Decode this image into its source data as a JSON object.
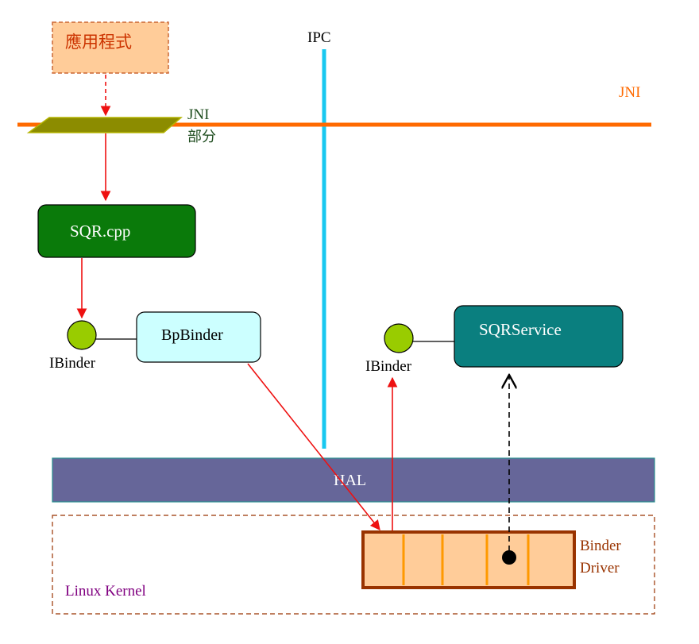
{
  "app": {
    "label": "應用程式"
  },
  "jni": {
    "right_label": "JNI",
    "part_label_line1": "JNI",
    "part_label_line2": "部分"
  },
  "ipc": {
    "label": "IPC"
  },
  "client": {
    "sqr_cpp_label": "SQR.cpp",
    "ibinder_label": "IBinder",
    "bpbinder_label": "BpBinder"
  },
  "server": {
    "ibinder_label": "IBinder",
    "sqrservice_label": "SQRService"
  },
  "hal": {
    "label": "HAL"
  },
  "kernel": {
    "label": "Linux Kernel",
    "binder_driver_line1": "Binder",
    "binder_driver_line2": "Driver"
  },
  "colors": {
    "jni_line": "#ff6a00",
    "ipc_line": "#18c8f0",
    "arrow_red": "#ee1111",
    "sqr_cpp_fill": "#0a7a0a",
    "bpbinder_fill": "#ccffff",
    "sqrservice_fill": "#0a7f7f",
    "hal_fill": "#666699",
    "ibinder_fill": "#99cc00",
    "driver_fill": "#ffcc99",
    "driver_border": "#993300",
    "driver_slot": "#ff9900",
    "app_fill": "#ffcc99",
    "jni_bridge_fill": "#8c8c00",
    "kernel_text": "#800080",
    "driver_text": "#993300"
  }
}
